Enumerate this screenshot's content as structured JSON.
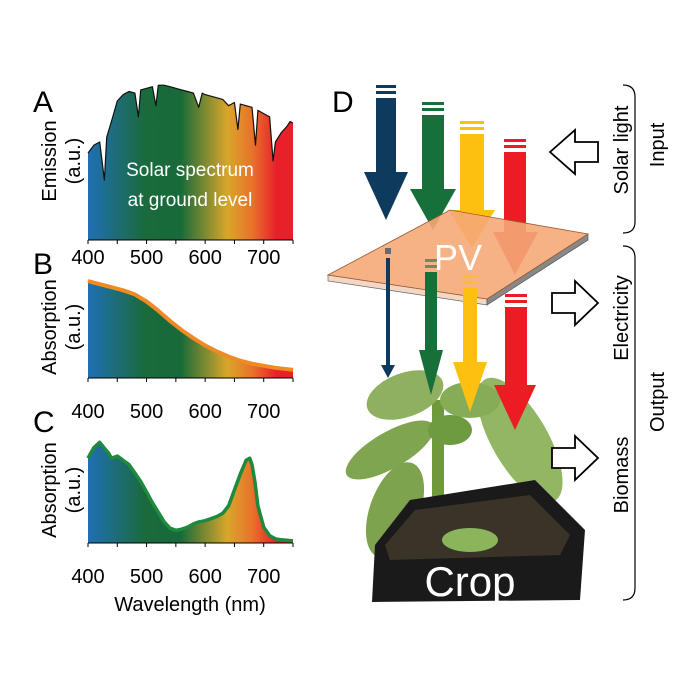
{
  "panel_labels": {
    "a": "A",
    "b": "B",
    "c": "C",
    "d": "D"
  },
  "colors": {
    "blue": "#1f6fb4",
    "green": "#186b3a",
    "gold": "#d9a62a",
    "orange": "#e8732a",
    "red": "#e8202a",
    "navy": "#0e3a5e",
    "arrow_green": "#17703a",
    "arrow_yellow": "#fdc010",
    "arrow_red": "#ec1c24",
    "pv": "#f5a878"
  },
  "chart_data": [
    {
      "type": "area",
      "panel": "A",
      "ylabel": "Emission",
      "ylabel_unit": "(a.u.)",
      "annotation": [
        "Solar spectrum",
        "at ground level"
      ],
      "xlim": [
        400,
        750
      ],
      "ylim": [
        0,
        1
      ],
      "xticks": [
        "400",
        "500",
        "600",
        "700"
      ],
      "x": [
        400,
        410,
        420,
        428,
        432,
        440,
        450,
        460,
        470,
        480,
        486,
        490,
        500,
        510,
        516,
        520,
        530,
        540,
        550,
        560,
        570,
        580,
        589,
        595,
        600,
        610,
        620,
        630,
        640,
        650,
        656,
        660,
        670,
        680,
        686,
        690,
        700,
        710,
        716,
        720,
        730,
        740,
        745,
        750
      ],
      "y": [
        0.55,
        0.6,
        0.62,
        0.38,
        0.65,
        0.75,
        0.88,
        0.92,
        0.94,
        0.93,
        0.78,
        0.95,
        0.96,
        0.97,
        0.85,
        0.98,
        0.98,
        0.97,
        0.96,
        0.95,
        0.94,
        0.93,
        0.84,
        0.93,
        0.92,
        0.91,
        0.9,
        0.89,
        0.85,
        0.87,
        0.7,
        0.86,
        0.85,
        0.84,
        0.6,
        0.82,
        0.8,
        0.78,
        0.5,
        0.62,
        0.68,
        0.72,
        0.75,
        0.74
      ]
    },
    {
      "type": "area",
      "panel": "B",
      "ylabel": "Absorption",
      "ylabel_unit": "(a.u.)",
      "xlim": [
        400,
        750
      ],
      "ylim": [
        0,
        1
      ],
      "xticks": [
        "400",
        "500",
        "600",
        "700"
      ],
      "x": [
        400,
        420,
        440,
        460,
        480,
        500,
        520,
        540,
        560,
        580,
        600,
        620,
        640,
        660,
        680,
        700,
        720,
        750
      ],
      "y": [
        0.95,
        0.92,
        0.89,
        0.86,
        0.82,
        0.75,
        0.66,
        0.56,
        0.47,
        0.39,
        0.32,
        0.26,
        0.21,
        0.17,
        0.14,
        0.12,
        0.1,
        0.08
      ]
    },
    {
      "type": "area",
      "panel": "C",
      "ylabel": "Absorption",
      "ylabel_unit": "(a.u.)",
      "xlabel": "Wavelength (nm)",
      "xlim": [
        400,
        750
      ],
      "ylim": [
        0,
        1
      ],
      "xticks": [
        "400",
        "500",
        "600",
        "700"
      ],
      "x": [
        400,
        405,
        410,
        420,
        430,
        435,
        440,
        450,
        460,
        470,
        480,
        490,
        500,
        510,
        520,
        530,
        540,
        550,
        560,
        570,
        580,
        590,
        600,
        610,
        620,
        630,
        640,
        650,
        660,
        670,
        676,
        680,
        685,
        690,
        700,
        710,
        720,
        730,
        750
      ],
      "y": [
        0.8,
        0.85,
        0.9,
        0.95,
        0.88,
        0.85,
        0.8,
        0.82,
        0.78,
        0.74,
        0.66,
        0.58,
        0.48,
        0.38,
        0.29,
        0.2,
        0.14,
        0.12,
        0.13,
        0.15,
        0.18,
        0.2,
        0.21,
        0.23,
        0.25,
        0.28,
        0.35,
        0.5,
        0.65,
        0.78,
        0.8,
        0.74,
        0.58,
        0.35,
        0.15,
        0.07,
        0.04,
        0.03,
        0.02
      ]
    }
  ],
  "diagram": {
    "pv_label": "PV",
    "crop_label": "Crop",
    "input_items": [
      "Solar light"
    ],
    "input_group": "Input",
    "output_items": [
      "Electricity",
      "Biomass"
    ],
    "output_group": "Output"
  }
}
